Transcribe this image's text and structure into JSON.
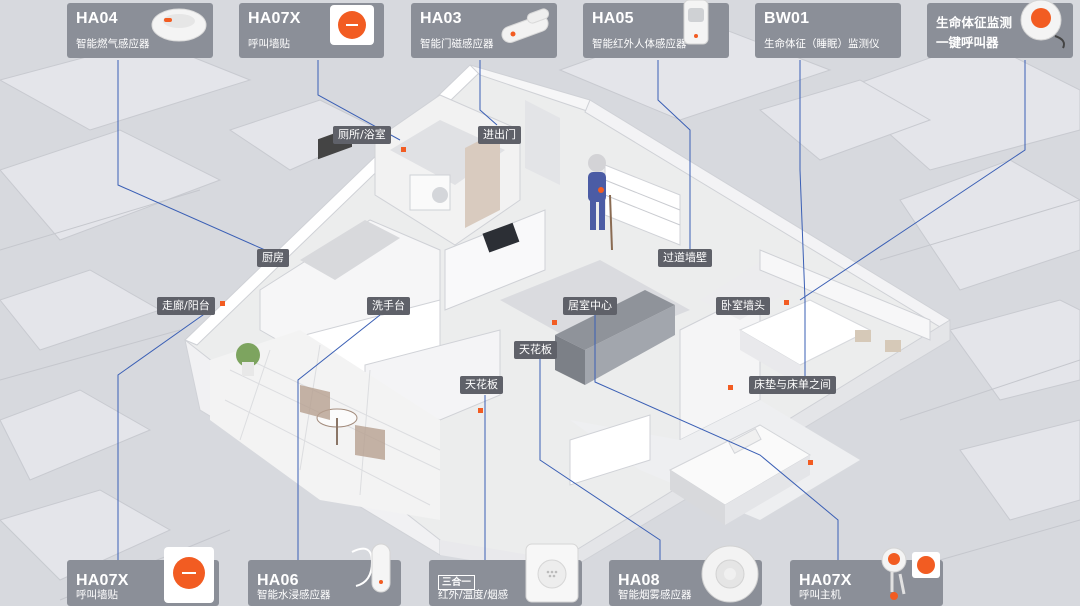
{
  "top_cards": [
    {
      "model": "HA04",
      "desc": "智能燃气感应器",
      "icon": "gas-detector-icon"
    },
    {
      "model": "HA07X",
      "desc": "呼叫墙贴",
      "icon": "call-button-icon"
    },
    {
      "model": "HA03",
      "desc": "智能门磁感应器",
      "icon": "door-sensor-icon"
    },
    {
      "model": "HA05",
      "desc": "智能红外人体感应器",
      "icon": "infrared-sensor-icon"
    },
    {
      "model": "BW01",
      "desc": "生命体征（睡眠）监测仪",
      "icon": ""
    },
    {
      "model": "生命体征监测",
      "desc": "一键呼叫器",
      "icon": "vital-sign-pendant-icon"
    }
  ],
  "bottom_cards": [
    {
      "model": "HA07X",
      "desc": "呼叫墙贴",
      "icon": "call-button-icon"
    },
    {
      "model": "HA06",
      "desc": "智能水浸感应器",
      "icon": "water-leak-sensor-icon"
    },
    {
      "badge": "三合一",
      "desc": "红外/温度/烟感",
      "icon": "three-in-one-sensor-icon"
    },
    {
      "model": "HA08",
      "desc": "智能烟雾感应器",
      "icon": "smoke-detector-icon"
    },
    {
      "model": "HA07X",
      "desc": "呼叫主机",
      "icon": "call-host-icon"
    }
  ],
  "room_tags": {
    "bathroom": "厕所/浴室",
    "entrance": "进出门",
    "kitchen": "厨房",
    "corridor": "过道墙壁",
    "balcony": "走廊/阳台",
    "washbasin": "洗手台",
    "living_center": "居室中心",
    "bedroom_head": "卧室墙头",
    "ceiling_1": "天花板",
    "ceiling_2": "天花板",
    "mattress": "床垫与床单之间"
  },
  "colors": {
    "card_bg": "#8b8f98",
    "tag_bg": "#5f6169",
    "accent": "#f25c22",
    "line": "#3a5fb5"
  }
}
